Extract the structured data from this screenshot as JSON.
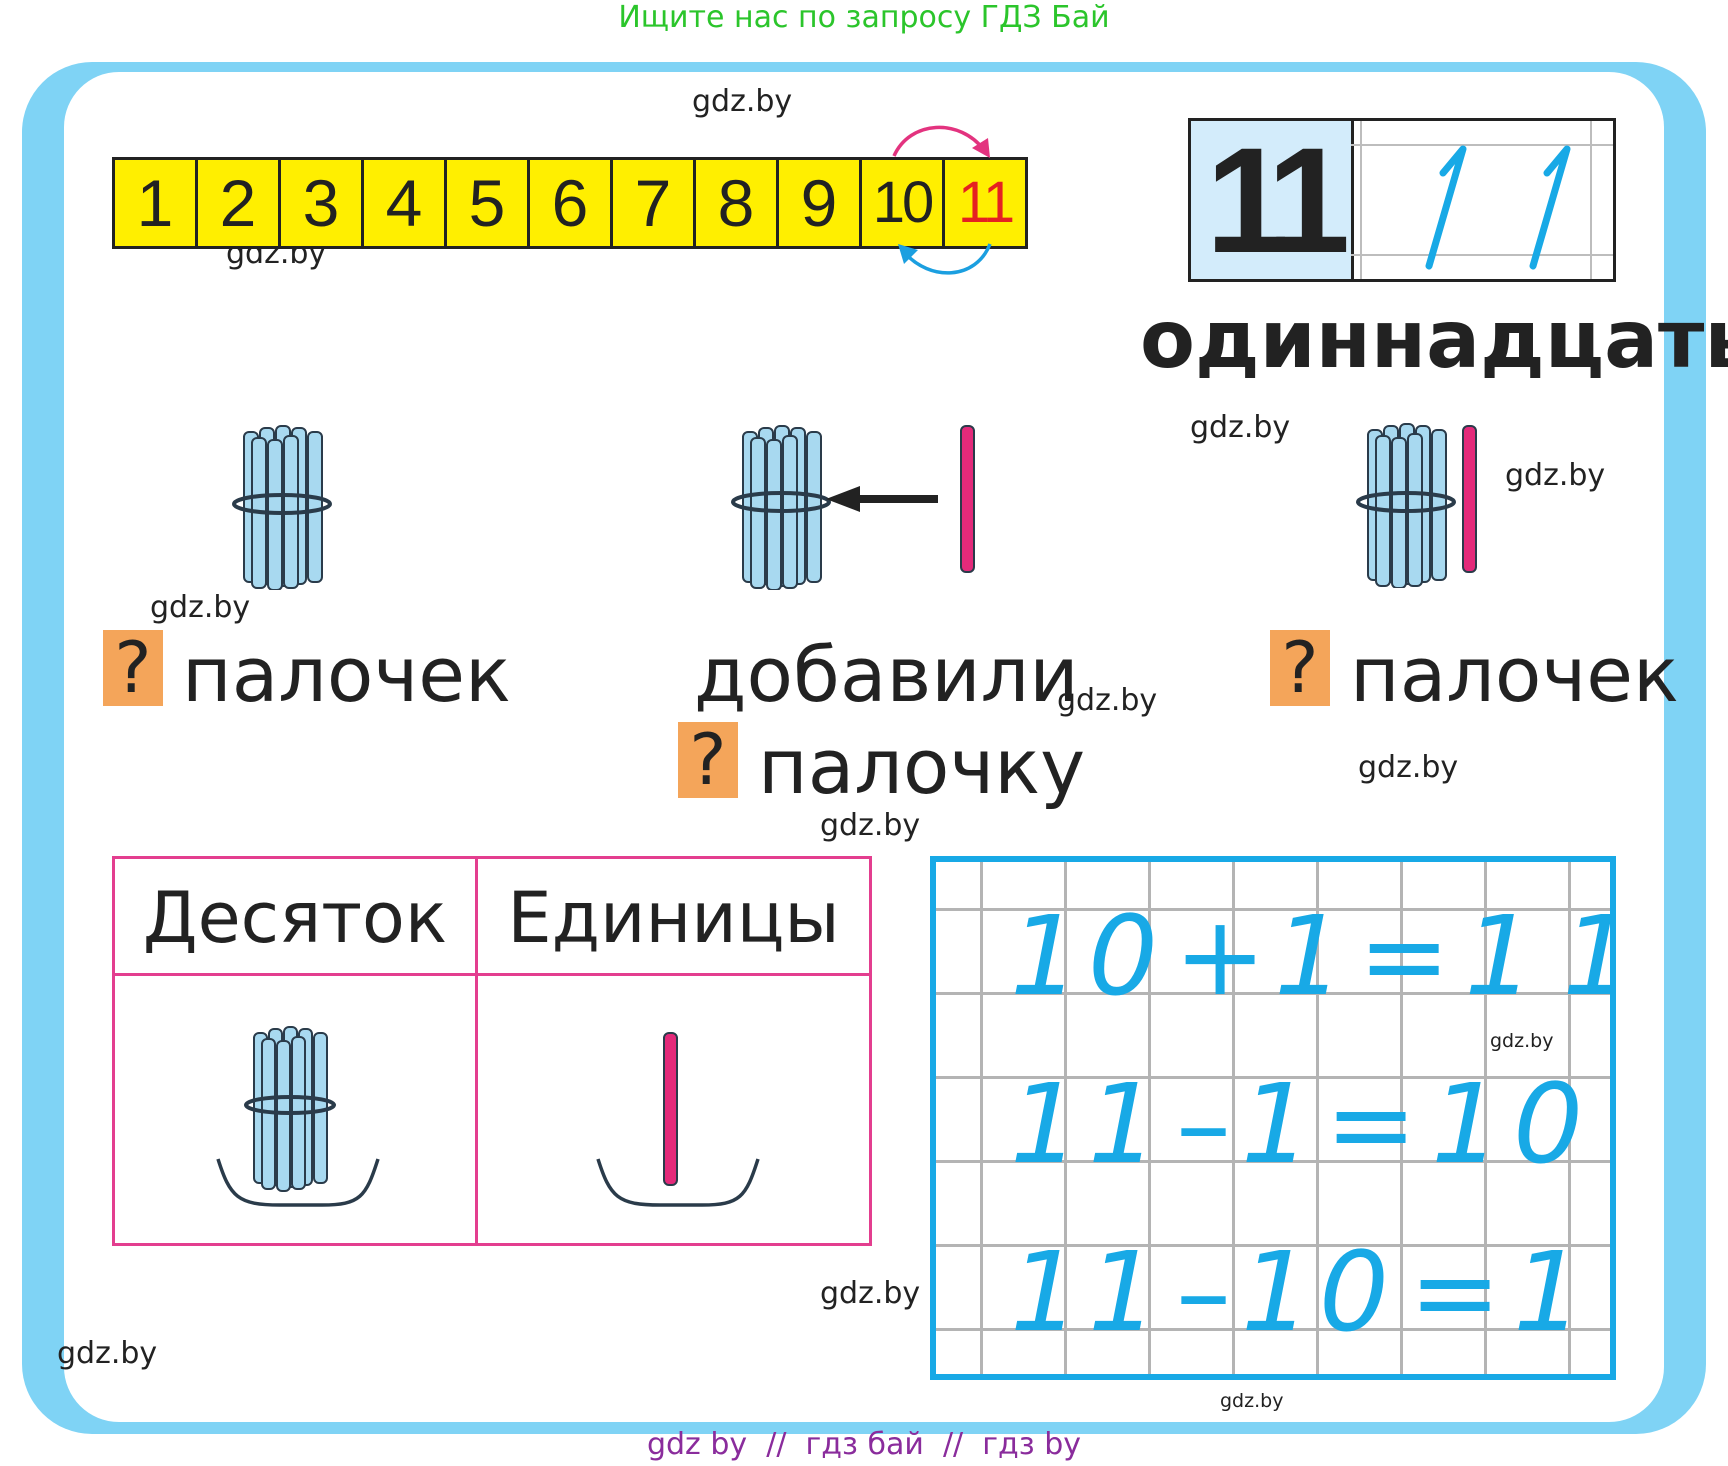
{
  "banner_top": "Ищите нас по запросу ГДЗ Бай",
  "banner_bottom": "gdz by  //  гдз бай  //  гдз by",
  "watermark": "gdz.by",
  "number_line": [
    "1",
    "2",
    "3",
    "4",
    "5",
    "6",
    "7",
    "8",
    "9",
    "10",
    "11"
  ],
  "number_card": {
    "digits": "11",
    "word": "одиннадцать"
  },
  "scene": {
    "q_mark": "?",
    "left_label": "палочек",
    "middle_label_top": "добавили",
    "middle_label_bottom": "палочку",
    "right_label": "палочек"
  },
  "place_value_table": {
    "tens_header": "Десяток",
    "units_header": "Единицы"
  },
  "equations": [
    {
      "a": "10",
      "op": "+",
      "b": "1",
      "eq": "=",
      "result": "11"
    },
    {
      "a": "11",
      "op": "–",
      "b": "1",
      "eq": "=",
      "result": "10"
    },
    {
      "a": "11",
      "op": "–",
      "b": "10",
      "eq": "=",
      "result": "1"
    }
  ],
  "colors": {
    "frame": "#7fd3f5",
    "number_line": "#ffef00",
    "highlight_number": "#e52121",
    "question_box": "#f4a55a",
    "table_border": "#e33e8f",
    "handwriting": "#18a9e6",
    "bundle": "#a8d9f0",
    "single_stick": "#e32a7a"
  },
  "icons": [
    "bundle-of-ten-sticks-icon",
    "single-stick-icon",
    "arrow-left-icon",
    "forward-arc-arrow-icon",
    "back-arc-arrow-icon"
  ]
}
